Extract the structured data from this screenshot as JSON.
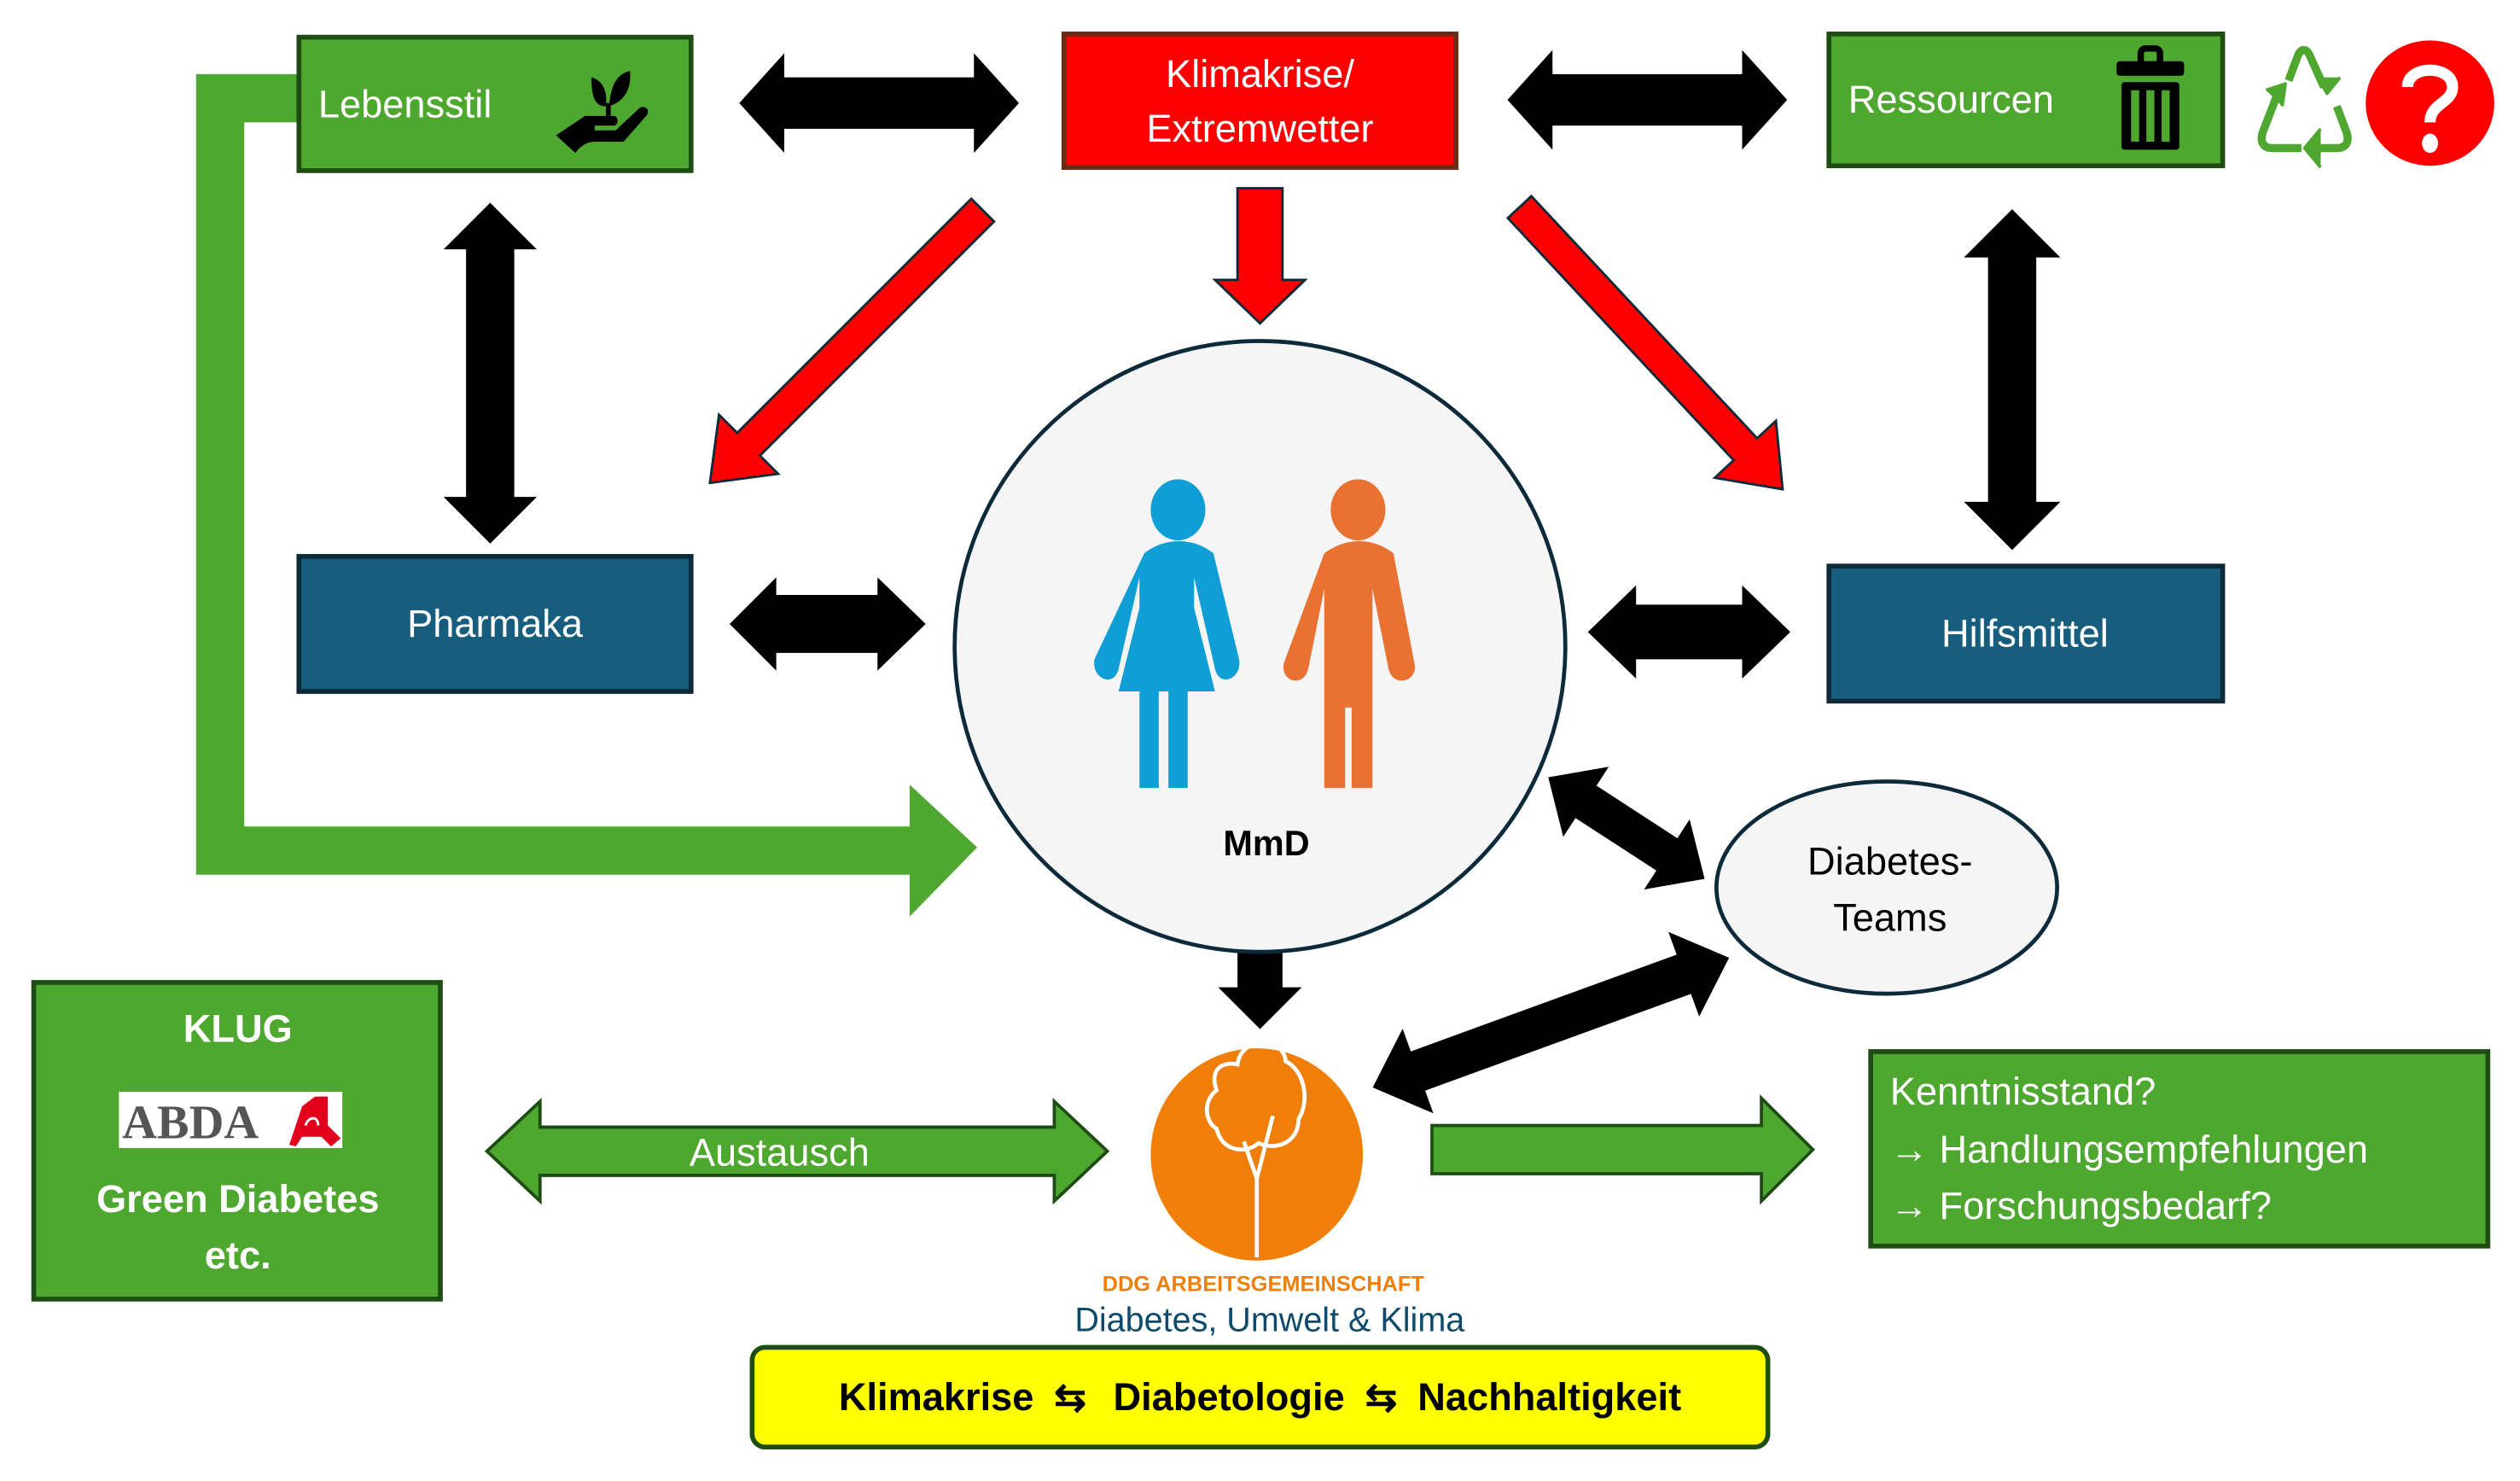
{
  "diagram": {
    "nodes": {
      "lebensstil": {
        "label": "Lebensstil",
        "icon": "plant-in-hand-icon",
        "color": "#4ea72e"
      },
      "klimakrise": {
        "lines": [
          "Klimakrise/",
          "Extremwetter"
        ],
        "color": "#ff0000"
      },
      "ressourcen": {
        "label": "Ressourcen",
        "icon": "trash-can-icon",
        "color": "#4ea72e"
      },
      "pharmaka": {
        "label": "Pharmaka",
        "color": "#175e7e"
      },
      "hilfsmittel": {
        "label": "Hilfsmittel",
        "color": "#175e7e"
      },
      "mmd": {
        "label": "MmD",
        "figures": [
          "woman-figure-icon",
          "man-figure-icon"
        ],
        "colors": [
          "#0f9ed5",
          "#e97132"
        ]
      },
      "diabetes_teams": {
        "lines": [
          "Diabetes-",
          "Teams"
        ]
      },
      "klug": {
        "title": "KLUG",
        "logo_text": "ABDA",
        "lines": [
          "Green Diabetes",
          "etc."
        ],
        "color": "#4ea72e"
      },
      "ddg": {
        "line1": "DDG ARBEITSGEMEINSCHAFT",
        "line2": "Diabetes, Umwelt & Klima",
        "accent": "#f07f09",
        "text_color": "#0e4a6b"
      },
      "kenntnisstand": {
        "lines": [
          "Kenntnisstand?",
          "→ Handlungsempfehlungen",
          "→ Forschungsbedarf?"
        ],
        "color": "#4ea72e"
      }
    },
    "decor_icons": [
      "recycle-icon",
      "question-mark-icon"
    ],
    "connectors": {
      "austausch_label": "Austausch"
    },
    "banner": {
      "parts": [
        "Klimakrise",
        "⇆",
        "Diabetologie",
        "⇆",
        "Nachhaltigkeit"
      ],
      "color": "#ffff00"
    }
  }
}
